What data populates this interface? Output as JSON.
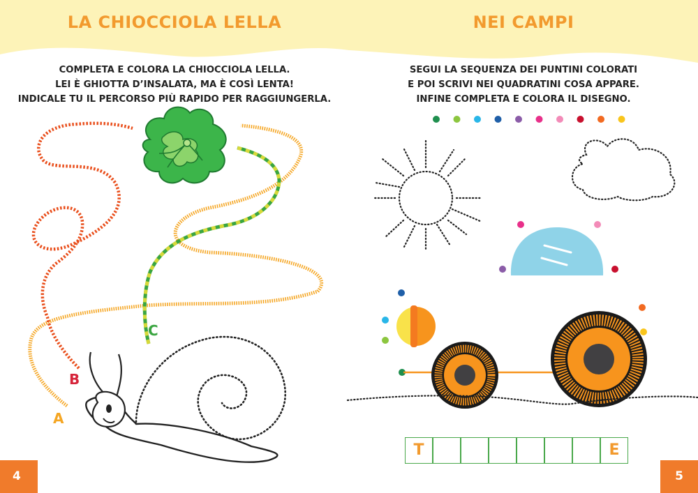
{
  "left_page": {
    "title": "LA CHIOCCIOLA LELLA",
    "instructions": [
      "COMPLETA E COLORA LA CHIOCCIOLA LELLA.",
      "LEI È GHIOTTA D’INSALATA, MA È COSÌ LENTA!",
      "INDICALE TU IL PERCORSO PIÙ RAPIDO PER RAGGIUNGERLA."
    ],
    "path_labels": {
      "a": "A",
      "b": "B",
      "c": "C"
    },
    "page_number": "4"
  },
  "right_page": {
    "title": "NEI CAMPI",
    "instructions": [
      "SEGUI LA SEQUENZA DEI PUNTINI COLORATI",
      "E POI SCRIVI NEI QUADRATINI COSA APPARE.",
      "INFINE COMPLETA E COLORA IL DISEGNO."
    ],
    "color_sequence": [
      "#1f8f4e",
      "#8cc63f",
      "#29b6e8",
      "#1f5fa8",
      "#8b5ca8",
      "#e8308a",
      "#f38bb8",
      "#c8102e",
      "#f26a21",
      "#f9c51c"
    ],
    "answer_boxes": [
      "T",
      "",
      "",
      "",
      "",
      "",
      "",
      "E"
    ],
    "page_number": "5"
  },
  "colors": {
    "title_orange": "#f29a2e",
    "header_band": "#fdf3b8",
    "page_number_bg": "#f07b2b",
    "path_a": "#f5a623",
    "path_b": "#e94e1b",
    "path_c_green": "#3aa541",
    "path_c_yellow": "#d7d93a",
    "lettuce": "#3cb54a",
    "wheel_orange": "#f7941d",
    "cabin_blue": "#8fd3e8"
  }
}
